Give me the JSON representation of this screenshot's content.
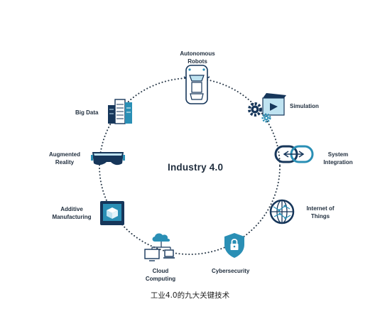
{
  "diagram": {
    "center_title": "Industry 4.0",
    "nodes": [
      {
        "id": "autonomous-robots",
        "label": "Autonomous\nRobots",
        "icon": "robot-vehicle-icon"
      },
      {
        "id": "simulation",
        "label": "Simulation",
        "icon": "gears-clapperboard-icon"
      },
      {
        "id": "system-integration",
        "label": "System\nIntegration",
        "icon": "chain-link-icon"
      },
      {
        "id": "internet-of-things",
        "label": "Internet of\nThings",
        "icon": "globe-network-icon"
      },
      {
        "id": "cybersecurity",
        "label": "Cybersecurity",
        "icon": "shield-lock-icon"
      },
      {
        "id": "cloud-computing",
        "label": "Cloud\nComputing",
        "icon": "cloud-devices-icon"
      },
      {
        "id": "additive-manufacturing",
        "label": "Additive\nManufacturing",
        "icon": "3d-printer-icon"
      },
      {
        "id": "augmented-reality",
        "label": "Augmented\nReality",
        "icon": "vr-headset-icon"
      },
      {
        "id": "big-data",
        "label": "Big Data",
        "icon": "server-rack-icon"
      }
    ],
    "colors": {
      "navy": "#16365a",
      "teal": "#2a8fb5",
      "light_blue": "#bfe3f1",
      "dots": "#2a3a4a",
      "text": "#1f2d3d"
    }
  },
  "caption": "工业4.0的九大关键技术"
}
